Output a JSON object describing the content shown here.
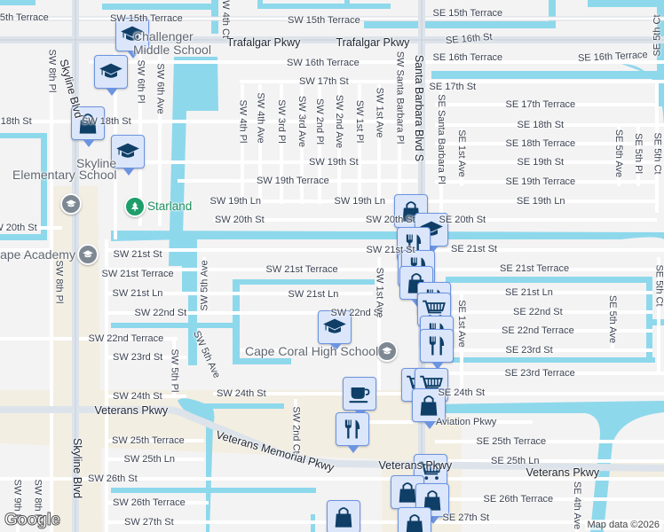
{
  "map": {
    "colors": {
      "land": "#f4f3f3",
      "water": "#8ed8ec",
      "road": "#ffffff",
      "road_edge": "#d6dbe1",
      "highway": "#dde3ea",
      "marker_fill": "#dbe6fb",
      "marker_border": "#6c94e0",
      "icon": "#0f3e66",
      "park": "#1e9e6a"
    },
    "labels": [
      "SW 15th Terrace",
      "SW 15th Terrace",
      "SW 15th Terrace",
      "SE 15th Terrace",
      "Trafalgar Pkwy",
      "Trafalgar Pkwy",
      "SE 16th St",
      "SW 16th Terrace",
      "SE 16th Terrace",
      "SE 16th Terrace",
      "SW 17th St",
      "SE 17th St",
      "SE 17th Terrace",
      "SW 18th St",
      "SW 18th St",
      "SE 18th St",
      "SE 18th Terrace",
      "SW 19th St",
      "SE 19th St",
      "SW 19th Terrace",
      "SE 19th Terrace",
      "SW 19th Ln",
      "SW 19th Ln",
      "SE 19th Ln",
      "SW 20th St",
      "SW 20th St",
      "SE 20th St",
      "SW 20th St",
      "SW 21st St",
      "SW 21st St",
      "SE 21st St",
      "SW 21st Terrace",
      "SW 21st Terrace",
      "SE 21st Terrace",
      "SW 21st Ln",
      "SW 21st Ln",
      "SE 21st Ln",
      "SW 22nd St",
      "SW 22nd St",
      "SE 22nd St",
      "SW 22nd Terrace",
      "SE 22nd Terrace",
      "SW 23rd St",
      "SE 23rd St",
      "SE 23rd Terrace",
      "SW 24th St",
      "SW 24th St",
      "SE 24th St",
      "Veterans Pkwy",
      "Aviation Pkwy",
      "SW 25th Terrace",
      "SE 25th Terrace",
      "SW 25th Ln",
      "SE 25th Ln",
      "Veterans Memorial Pkwy",
      "Veterans Pkwy",
      "Veterans Pkwy",
      "SW 26th St",
      "SW 26th Terrace",
      "SE 26th Terrace",
      "SW 27th St",
      "SE 27th St",
      "SW 8th Pl",
      "SW 8th Pl",
      "Skyline Blvd",
      "Skyline Blvd",
      "SW 6th Pl",
      "SW 6th Ave",
      "SW 4th Ct",
      "SW 4th Pl",
      "SW 4th Ave",
      "SW 3rd Pl",
      "SW 3rd Ave",
      "SW 2nd Pl",
      "SW 2nd Ave",
      "SW 1st Pl",
      "SW 1st Ave",
      "SW Santa Barbara Pl",
      "Santa Barbara Blvd S",
      "SE Santa Barbara Pl",
      "SE 1st Ave",
      "SE 5th Ave",
      "SE 5th Pl",
      "SE 5th Ct",
      "SE 5th Ct",
      "SW 5th Ave",
      "SW 5th Ave",
      "SW 5th Pl",
      "SW 1st Ave",
      "SE 1st Ave",
      "SE 5th Ave",
      "SE 5th Ct",
      "SW 2nd Ct",
      "SE 4th Ave",
      "SW 9th Pl",
      "SW 8th Pl"
    ],
    "places": {
      "challenger": "Challenger Middle School",
      "skyline_elem_1": "Skyline",
      "skyline_elem_2": "Elementary School",
      "starland": "Starland",
      "cape_academy": "Cape Academy",
      "cape_coral_hs": "Cape Coral High School"
    },
    "markers": [
      "school",
      "school",
      "shopping-bag",
      "school",
      "shopping-bag",
      "school",
      "restaurant",
      "shopping-bag",
      "restaurant",
      "shopping-bag",
      "restaurant",
      "shopping-cart",
      "restaurant",
      "school",
      "restaurant",
      "shopping-cart",
      "shopping-cart",
      "coffee",
      "shopping-bag",
      "restaurant",
      "shopping-cart",
      "shopping-bag",
      "shopping-bag",
      "shopping-bag",
      "shopping-bag"
    ],
    "attribution": "Map data ©2026",
    "logo": "Google"
  }
}
